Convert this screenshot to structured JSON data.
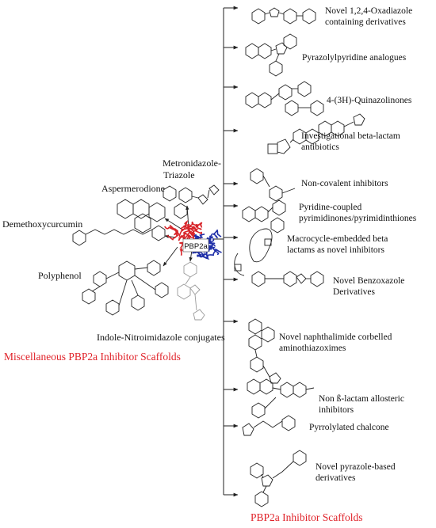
{
  "protein_label": "PBP2a",
  "colors": {
    "accent_red": "#e0232a",
    "ribbon_red": "#d8262b",
    "ribbon_blue": "#1f2fa8",
    "line": "#222222",
    "light_struct": "#9a9a9a"
  },
  "left_group": {
    "caption": "Miscellaneous PBP2a Inhibitor Scaffolds",
    "items": [
      "Metronidazole-",
      "Triazole",
      "Aspermerodione",
      "Demethoxycurcumin",
      "Polyphenol",
      "Indole-Nitroimidazole conjugates"
    ]
  },
  "right_group": {
    "caption": "PBP2a Inhibitor Scaffolds",
    "branches": [
      {
        "line1": "Novel 1,2,4-Oxadiazole",
        "line2": "containing derivatives"
      },
      {
        "line1": "Pyrazolylpyridine analogues",
        "line2": ""
      },
      {
        "line1": "4-(3H)-Quinazolinones",
        "line2": ""
      },
      {
        "line1": "Investigational beta-lactam",
        "line2": "antibiotics"
      },
      {
        "line1": "Non-covalent inhibitors",
        "line2": ""
      },
      {
        "line1": "Pyridine-coupled",
        "line2": "pyrimidinones/pyrimidinthiones"
      },
      {
        "line1": "Macrocycle-embedded beta",
        "line2": "lactams as novel inhibitors"
      },
      {
        "line1": "Novel Benzoxazole",
        "line2": "Derivatives"
      },
      {
        "line1": "Novel naphthalimide corbelled",
        "line2": "aminothiazoximes"
      },
      {
        "line1": "Non ß-lactam allosteric",
        "line2": "inhibitors"
      },
      {
        "line1": "Pyrrolylated chalcone",
        "line2": ""
      },
      {
        "line1": "Novel pyrazole-based",
        "line2": "derivatives"
      }
    ]
  }
}
